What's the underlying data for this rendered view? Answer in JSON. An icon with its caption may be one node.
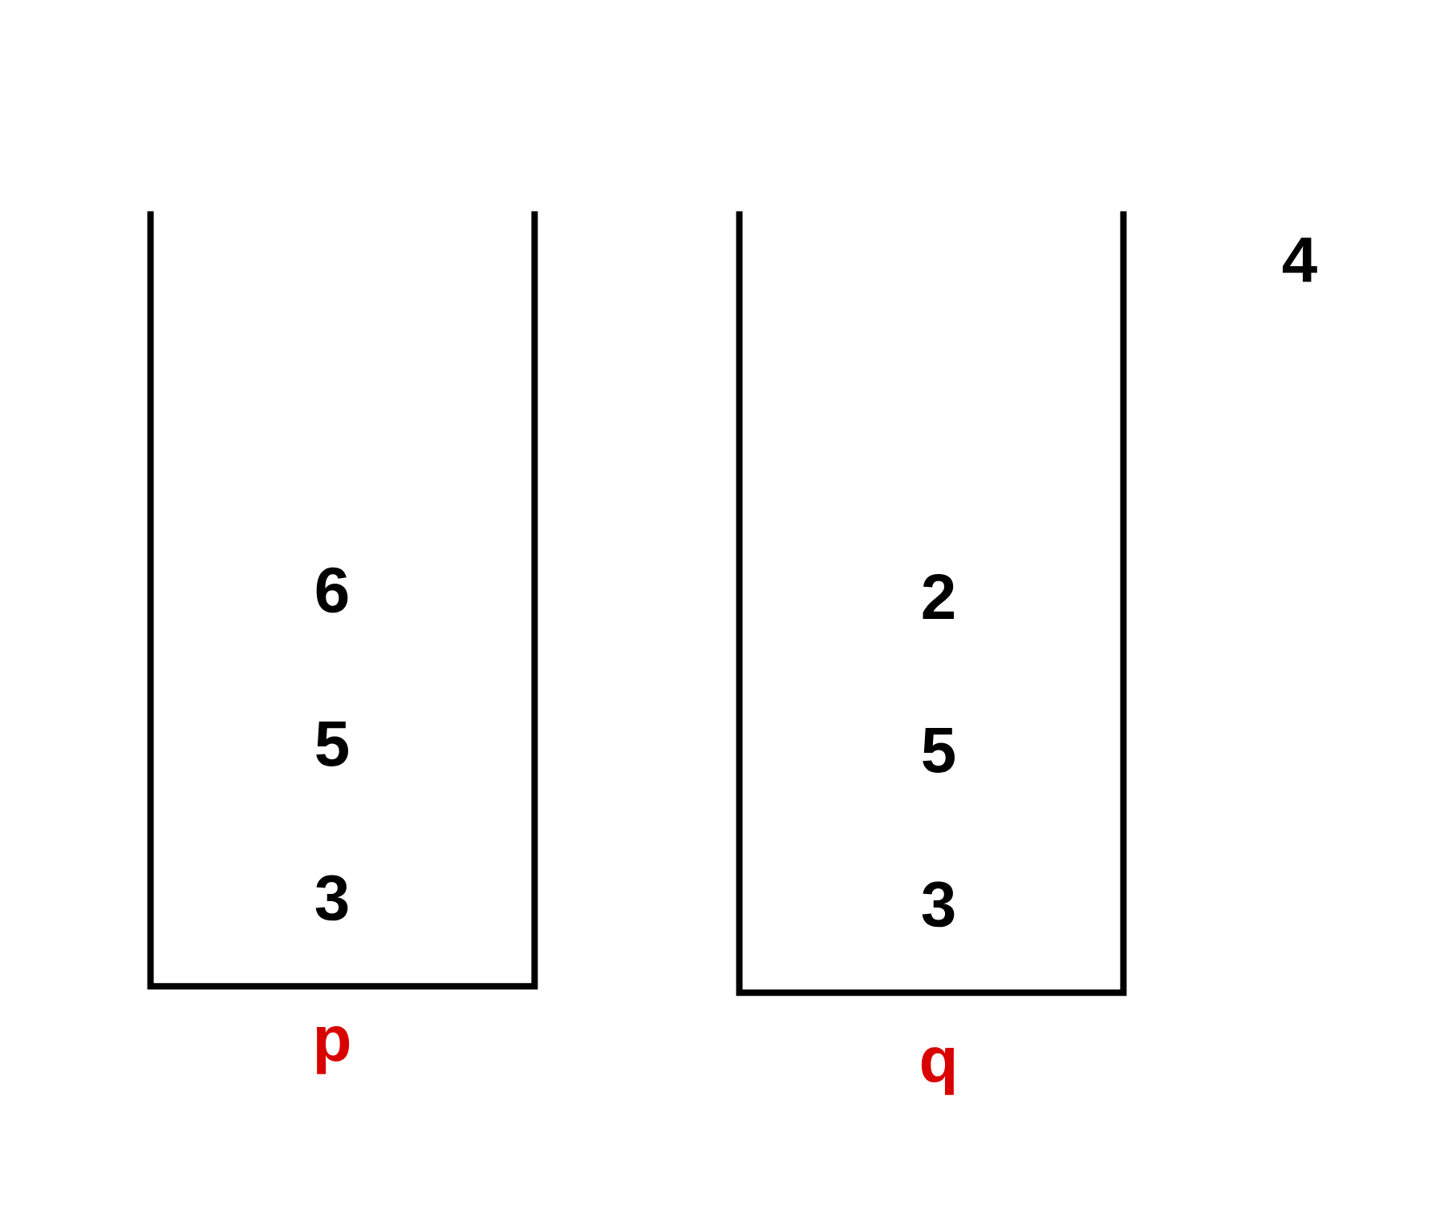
{
  "diagram": {
    "nodes": [
      {
        "text": [
          "6",
          "5",
          "3"
        ],
        "beside": [
          "p"
        ]
      },
      {
        "text": [
          "2",
          "5",
          "3"
        ],
        "beside": [
          "q"
        ]
      }
    ],
    "labels": [
      "4"
    ]
  }
}
